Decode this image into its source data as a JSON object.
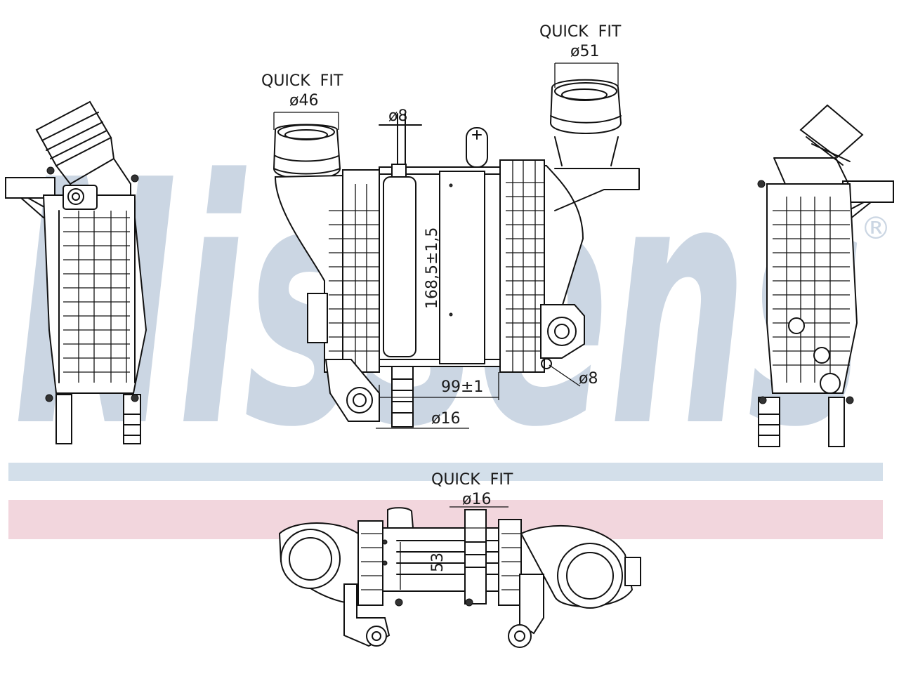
{
  "brand": {
    "watermark_text": "Nissens",
    "registered_mark": "®",
    "watermark_color": "#cbd6e3",
    "band_top_color": "#d3dfea",
    "band_bottom_color": "#f2d6dd"
  },
  "labels": {
    "quick_fit_inlet": "QUICK  FIT",
    "dia_inlet": "ø46",
    "quick_fit_outlet": "QUICK  FIT",
    "dia_outlet": "ø51",
    "dia_top_pipe": "ø8",
    "height_dim": "168,5±1,5",
    "width_dim": "99±1",
    "dia_bottom_pipe": "ø16",
    "dia_side_fitting": "ø8",
    "quick_fit_bottom": "QUICK  FIT",
    "dia_bottom_view": "ø16",
    "depth_dim": "53"
  }
}
